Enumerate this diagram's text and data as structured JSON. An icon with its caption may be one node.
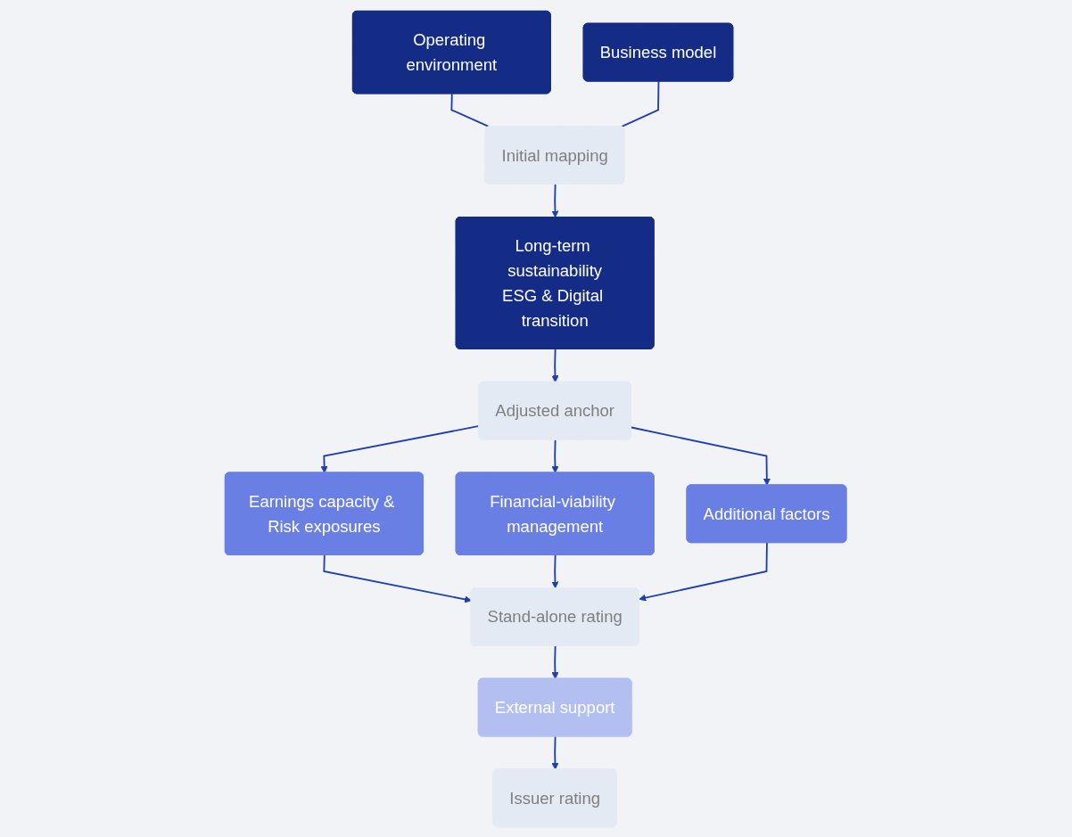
{
  "diagram": {
    "nodes": [
      {
        "text": [
          "Operating environment"
        ]
      },
      {
        "text": [
          "Business model"
        ]
      },
      {
        "text": [
          "Initial mapping"
        ]
      },
      {
        "text": [
          "Long-term sustainability",
          "ESG & Digital transition"
        ]
      },
      {
        "text": [
          "Adjusted anchor"
        ]
      },
      {
        "text": [
          "Earnings capacity & Risk exposures"
        ]
      },
      {
        "text": [
          "Financial-viability management"
        ]
      },
      {
        "text": [
          "Additional factors"
        ]
      },
      {
        "text": [
          "Stand-alone rating"
        ]
      },
      {
        "text": [
          "External support"
        ]
      },
      {
        "text": [
          "Issuer rating"
        ]
      }
    ],
    "edges": [
      {
        "from": 0,
        "to": 2,
        "arrow": "none"
      },
      {
        "from": 1,
        "to": 2,
        "arrow": "none"
      },
      {
        "from": 2,
        "to": 3,
        "arrow": "to"
      },
      {
        "from": 3,
        "to": 4,
        "arrow": "to"
      },
      {
        "from": 4,
        "to": 5,
        "arrow": "to"
      },
      {
        "from": 4,
        "to": 6,
        "arrow": "to"
      },
      {
        "from": 4,
        "to": 7,
        "arrow": "to"
      },
      {
        "from": 5,
        "to": 8,
        "arrow": "to"
      },
      {
        "from": 6,
        "to": 8,
        "arrow": "to"
      },
      {
        "from": 7,
        "to": 8,
        "arrow": "to"
      },
      {
        "from": 8,
        "to": 9,
        "arrow": "to"
      },
      {
        "from": 9,
        "to": 10,
        "arrow": "to"
      }
    ]
  }
}
